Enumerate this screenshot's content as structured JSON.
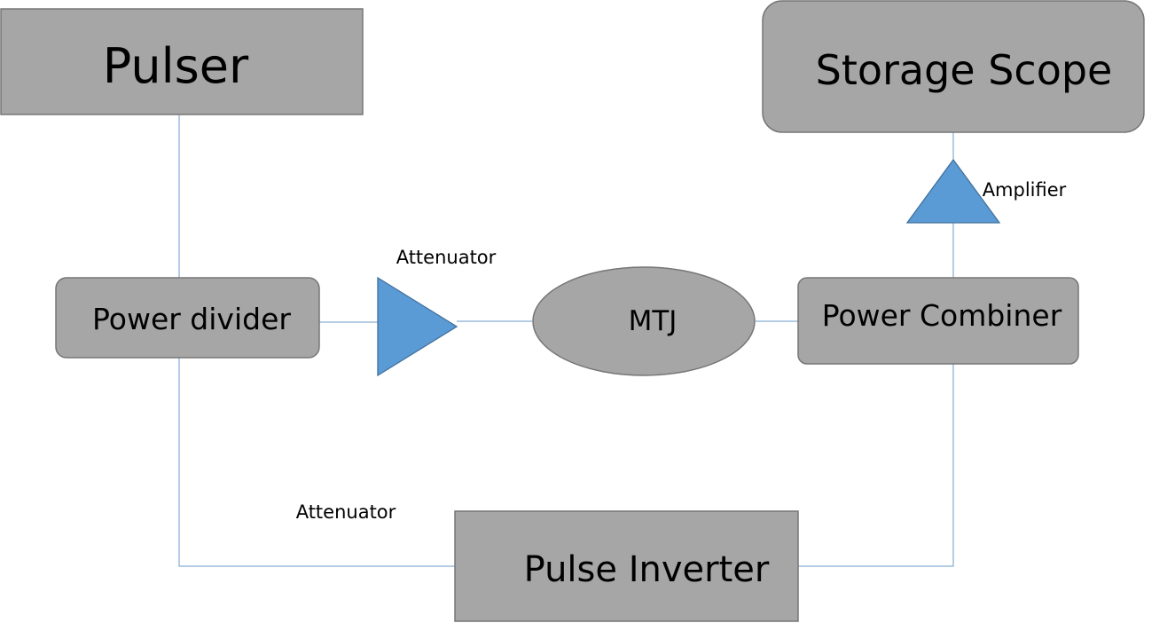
{
  "diagram": {
    "nodes": {
      "pulser": "Pulser",
      "storage_scope": "Storage Scope",
      "power_divider": "Power divider",
      "mtj": "MTJ",
      "power_combiner": "Power Combiner",
      "pulse_inverter": "Pulse Inverter"
    },
    "labels": {
      "attenuator_top": "Attenuator",
      "attenuator_bottom": "Attenuator",
      "amplifier": "Amplifier"
    },
    "colors": {
      "box_fill": "#a6a6a6",
      "box_stroke": "#767676",
      "triangle_fill": "#5b9bd5",
      "wire": "#6a9bc8"
    }
  }
}
